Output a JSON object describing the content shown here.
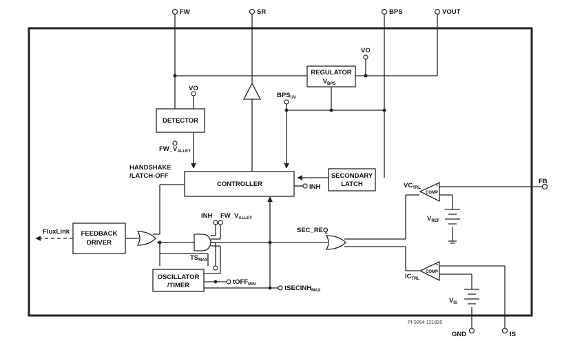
{
  "pins": {
    "fw": "FW",
    "sr": "SR",
    "bps": "BPS",
    "vout": "VOUT",
    "fb": "FB",
    "gnd": "GND",
    "is": "IS"
  },
  "blocks": {
    "regulator_line1": "REGULATOR",
    "regulator_v": "V",
    "regulator_v_sub": "BPS",
    "detector": "DETECTOR",
    "controller": "CONTROLLER",
    "secondary_latch_line1": "SECONDARY",
    "secondary_latch_line2": "LATCH",
    "feedback_driver_line1": "FEEDBACK",
    "feedback_driver_line2": "DRIVER",
    "oscillator_line1": "OSCILLATOR",
    "oscillator_line2": "/TIMER",
    "comp": "COMP"
  },
  "signals": {
    "vo_regulator": "VO",
    "vo_detector": "VO",
    "bps_uv": "BPS",
    "bps_uv_sub": "UV",
    "fw_valley": "FW_V",
    "fw_valley_sub": "ALLEY",
    "fw_valley2": "FW_V",
    "fw_valley2_sub": "ALLEY",
    "handshake_line1": "HANDSHAKE",
    "handshake_line2": "/LATCH-OFF",
    "inh_controller": "INH",
    "inh_gate": "INH",
    "fluxlink": "FluxLink",
    "sec_req": "SEC_REQ",
    "vctrl": "VC",
    "vctrl_sub": "TRL",
    "ictrl": "IC",
    "ictrl_sub": "TRL",
    "vref": "V",
    "vref_sub": "REF",
    "vis": "V",
    "vis_sub": "IS",
    "tsmax": "TS",
    "tsmax_sub": "MAX",
    "toff": "tOFF",
    "toff_sub": "MIN",
    "tsecinh": "tSECINH",
    "tsecinh_sub": "MAX"
  },
  "footnote": "PI-9264-121820"
}
